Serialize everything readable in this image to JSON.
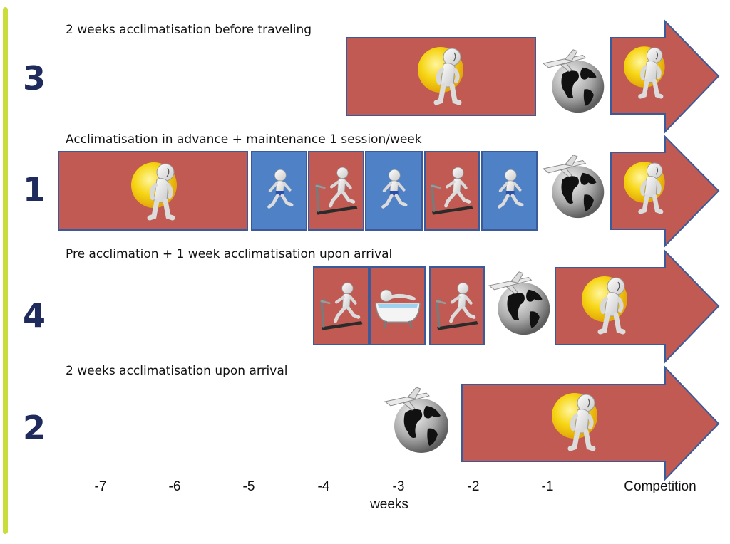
{
  "rows": [
    {
      "number": "3",
      "caption": "2 weeks acclimatisation before traveling"
    },
    {
      "number": "1",
      "caption": "Acclimatisation in advance + maintenance 1 session/week"
    },
    {
      "number": "4",
      "caption": "Pre acclimation + 1 week acclimatisation upon arrival"
    },
    {
      "number": "2",
      "caption": "2 weeks acclimatisation upon arrival"
    }
  ],
  "axis": {
    "ticks": [
      "-7",
      "-6",
      "-5",
      "-4",
      "-3",
      "-2",
      "-1"
    ],
    "end_label": "Competition",
    "label": "weeks"
  },
  "colors": {
    "heat_block": "#c05a52",
    "training_block": "#4f81c7",
    "block_border": "#3b5a9a",
    "number_text": "#1f2b5c",
    "edge_line": "#c9dd3b"
  },
  "icons": {
    "heat": "sun-figure-icon",
    "run": "running-figure-icon",
    "treadmill": "treadmill-icon",
    "bath": "hot-bath-icon",
    "travel": "globe-airplane-icon"
  }
}
